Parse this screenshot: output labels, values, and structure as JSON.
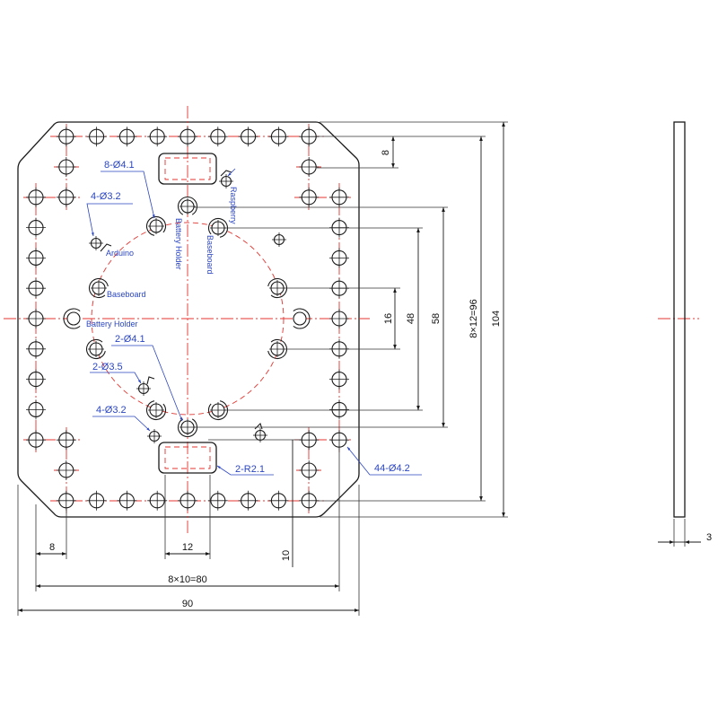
{
  "drawing": {
    "labels": {
      "holes_8_d41": "8-Ø4.1",
      "holes_4_d32_top": "4-Ø3.2",
      "arduino": "Arduino",
      "raspberry": "Raspberry",
      "battery_holder_vertical": "Battery Holder",
      "baseboard_vertical": "Baseboard",
      "baseboard": "Baseboard",
      "battery_holder": "Battery Holder",
      "holes_2_d41": "2-Ø4.1",
      "holes_2_d35": "2-Ø3.5",
      "holes_4_d32_bottom": "4-Ø3.2",
      "radius_2_r21": "2-R2.1",
      "holes_44_d42": "44-Ø4.2"
    },
    "dimensions": {
      "top_hole_row_pitch": "8",
      "inner_span_16": "16",
      "inner_span_48": "48",
      "inner_span_58": "58",
      "hole_grid_height": "8×12=96",
      "plate_height": "104",
      "edge_to_first_hole": "8",
      "slot_width": "12",
      "bottom_offset": "10",
      "hole_grid_width": "8×10=80",
      "plate_width": "90",
      "plate_thickness": "3"
    }
  },
  "colors": {
    "outline": "#1a1a1a",
    "centerline": "#e3342f",
    "label": "#2a45c2"
  }
}
